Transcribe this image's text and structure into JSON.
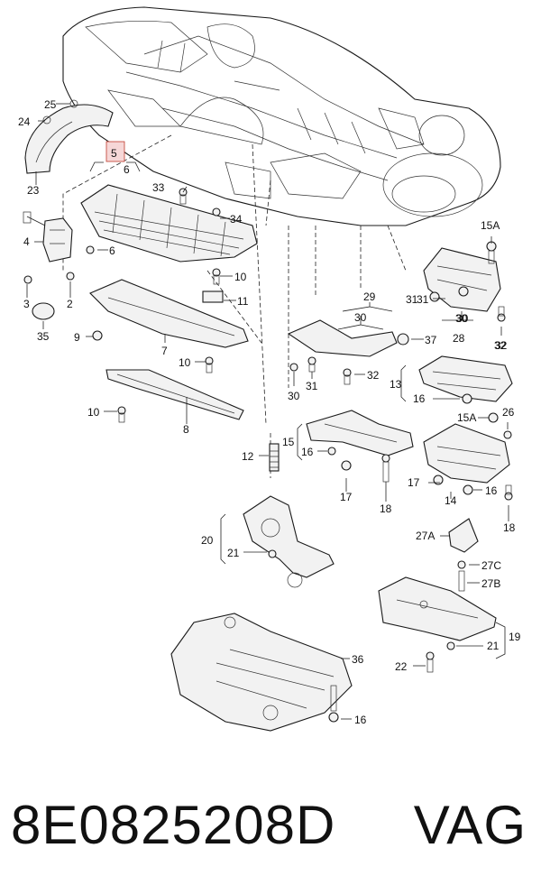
{
  "diagram": {
    "callouts": [
      "25",
      "24",
      "23",
      "5",
      "6",
      "33",
      "34",
      "4",
      "6",
      "10",
      "11",
      "3",
      "2",
      "35",
      "9",
      "7",
      "10",
      "10",
      "8",
      "29",
      "30",
      "31",
      "37",
      "28",
      "30",
      "32",
      "30",
      "31",
      "32",
      "15A",
      "31",
      "30",
      "32",
      "13",
      "16",
      "15A",
      "26",
      "12",
      "15",
      "16",
      "17",
      "18",
      "17",
      "14",
      "16",
      "18",
      "20",
      "21",
      "27A",
      "27C",
      "27B",
      "19",
      "21",
      "36",
      "22",
      "16"
    ],
    "highlighted_callout": "5"
  },
  "footer": {
    "part_number": "8E0825208D",
    "brand": "VAG"
  }
}
